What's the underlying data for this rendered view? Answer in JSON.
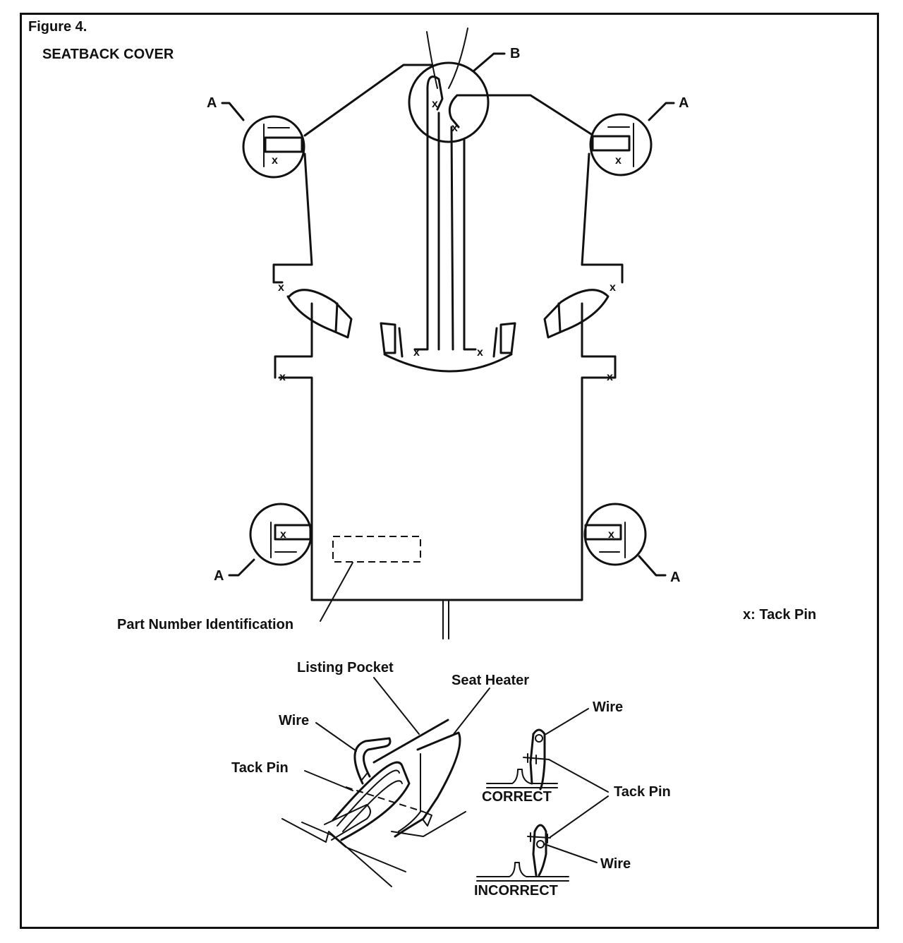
{
  "figure_label": "Figure 4.",
  "title": "SEATBACK COVER",
  "callouts": {
    "a": "A",
    "b": "B"
  },
  "tack_mark": "x",
  "part_number_label": "Part Number Identification",
  "legend": "x: Tack Pin",
  "detail": {
    "listing_pocket": "Listing Pocket",
    "seat_heater": "Seat Heater",
    "wire": "Wire",
    "tack_pin": "Tack Pin"
  },
  "comparison": {
    "correct": "CORRECT",
    "incorrect": "INCORRECT",
    "wire": "Wire",
    "tack_pin": "Tack Pin"
  }
}
